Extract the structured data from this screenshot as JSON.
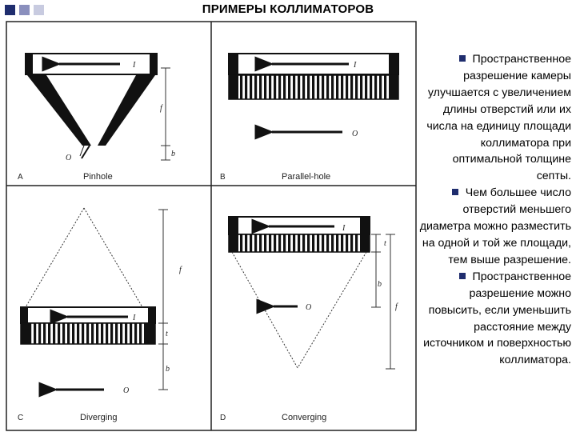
{
  "slide": {
    "title": "ПРИМЕРЫ КОЛЛИМАТОРОВ",
    "accent_colors": [
      "#1f2d6e",
      "#8a8fbd",
      "#c8cbe0"
    ]
  },
  "figure": {
    "panels": [
      {
        "letter": "A",
        "caption": "Pinhole"
      },
      {
        "letter": "B",
        "caption": "Parallel-hole"
      },
      {
        "letter": "C",
        "caption": "Diverging"
      },
      {
        "letter": "D",
        "caption": "Converging"
      }
    ],
    "labels": {
      "image": "I",
      "object": "O",
      "focal": "f",
      "distance": "b",
      "thickness": "t"
    }
  },
  "bullets": [
    {
      "text": "Пространственное разрешение камеры улучшается с увеличением длины отверстий или их числа на единицу площади коллиматора при оптимальной толщине септы."
    },
    {
      "text": "Чем большее число отверстий меньшего диаметра можно разместить на одной и той же площади, тем выше разрешение."
    },
    {
      "text": "Пространственное разрешение можно повысить, если уменьшить расстояние между источником и поверхностью коллиматора."
    }
  ]
}
